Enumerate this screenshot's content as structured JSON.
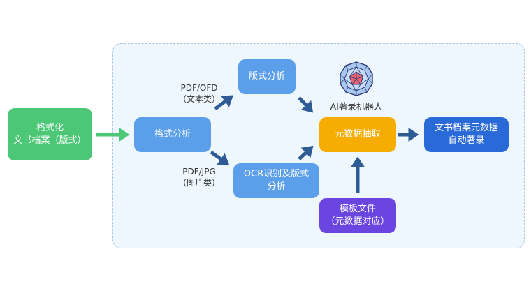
{
  "diagram": {
    "nodes": {
      "source": "格式化\n文书档案（版式）",
      "format_analysis": "格式分析",
      "layout_analysis": "版式分析",
      "ocr_analysis": "OCR识别及版式\n分析",
      "metadata_extract": "元数据抽取",
      "auto_catalog": "文书档案元数据\n自动著录",
      "template": "模板文件\n（元数据对应）"
    },
    "labels": {
      "text_branch": "PDF/OFD\n（文本类）",
      "image_branch": "PDF/JPG\n（图片类）",
      "robot": "AI著录机器人"
    },
    "icons": {
      "robot": "geodesic-sphere-icon"
    },
    "colors": {
      "green": "#4bc776",
      "light_blue": "#5b9fea",
      "orange": "#f6ac00",
      "blue": "#2a6ad8",
      "purple": "#6a45e0",
      "arrow": "#2f5b95",
      "green_arrow": "#4bc776"
    }
  }
}
